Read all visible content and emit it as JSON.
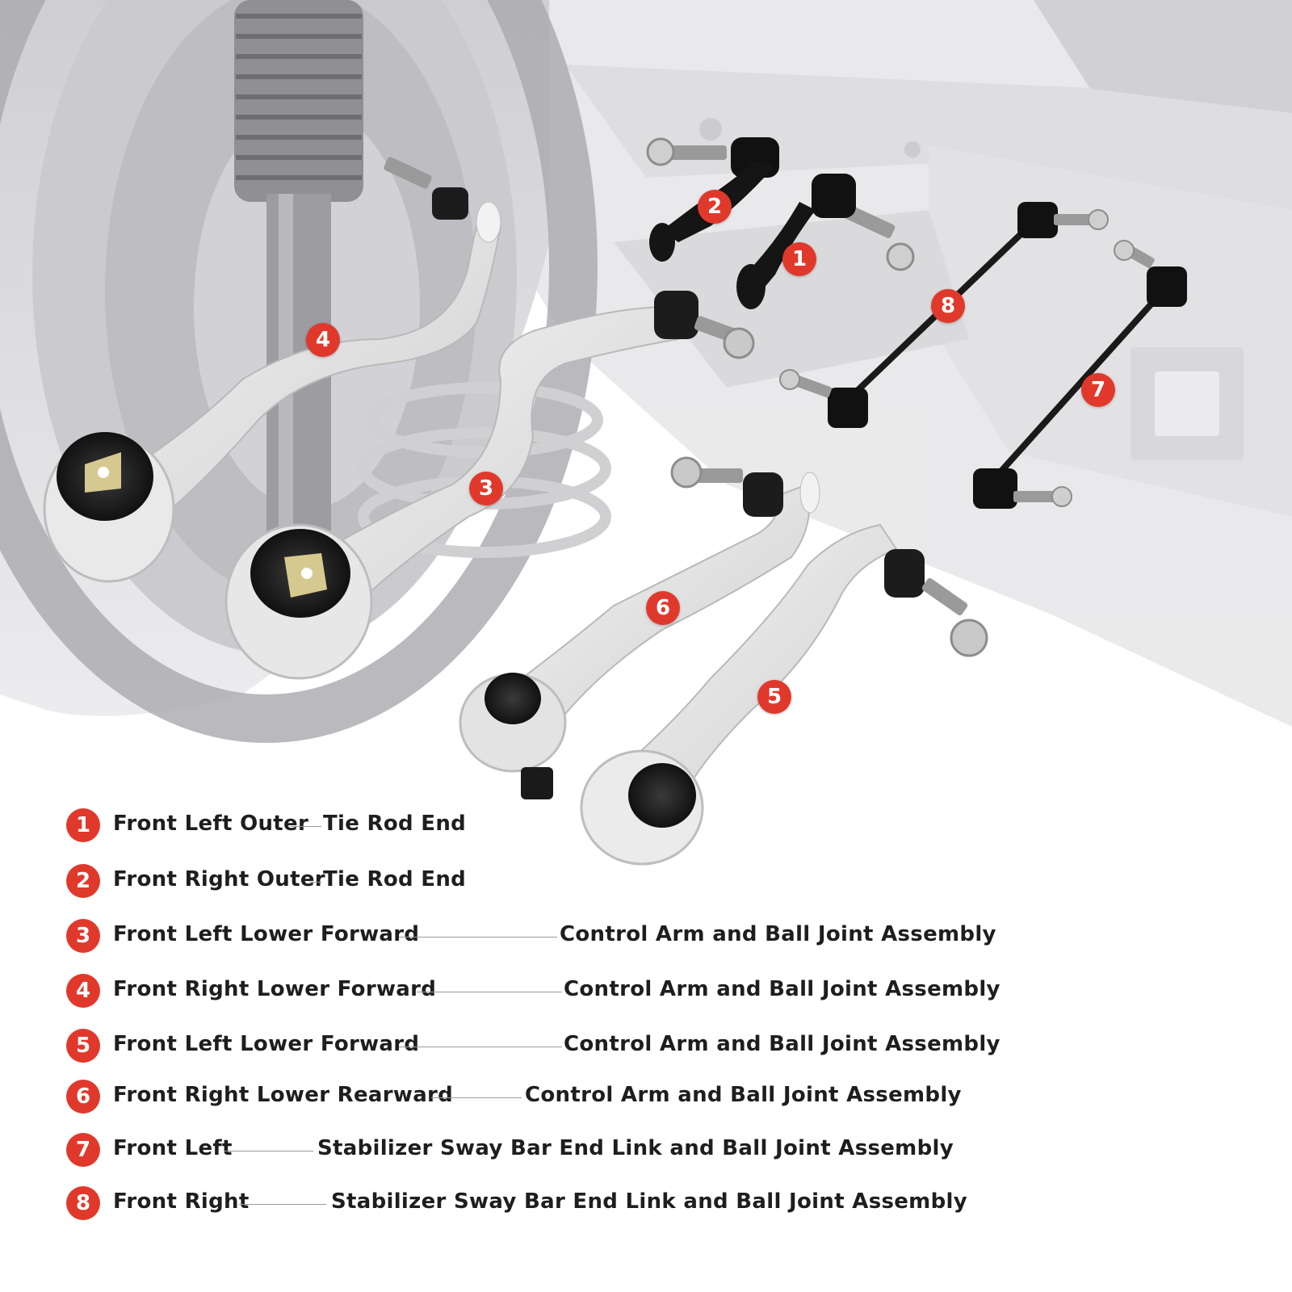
{
  "colors": {
    "marker_red": "#e0392c",
    "text_dark": "#1e1e1e",
    "background": "#ffffff"
  },
  "markers": [
    {
      "num": "1"
    },
    {
      "num": "2"
    },
    {
      "num": "3"
    },
    {
      "num": "4"
    },
    {
      "num": "5"
    },
    {
      "num": "6"
    },
    {
      "num": "7"
    },
    {
      "num": "8"
    }
  ],
  "legend": [
    {
      "num": "1",
      "position": "Front Left Outer",
      "part": "Tie Rod End"
    },
    {
      "num": "2",
      "position": "Front Right Outer",
      "part": "Tie Rod End"
    },
    {
      "num": "3",
      "position": "Front Left Lower Forward",
      "part": "Control Arm and Ball Joint Assembly"
    },
    {
      "num": "4",
      "position": "Front Right Lower Forward",
      "part": "Control Arm and Ball Joint Assembly"
    },
    {
      "num": "5",
      "position": "Front Left Lower Forward",
      "part": "Control Arm and Ball Joint Assembly"
    },
    {
      "num": "6",
      "position": "Front Right Lower Rearward",
      "part": "Control Arm and Ball Joint Assembly"
    },
    {
      "num": "7",
      "position": "Front Left",
      "part": "Stabilizer Sway Bar End Link and Ball Joint Assembly"
    },
    {
      "num": "8",
      "position": "Front Right",
      "part": "Stabilizer Sway Bar End Link and Ball Joint Assembly"
    }
  ]
}
